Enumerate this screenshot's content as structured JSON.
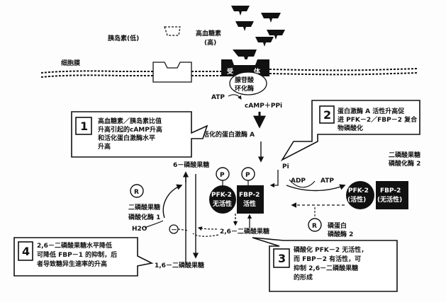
{
  "labels": {
    "insulin_low": "胰岛素(低)",
    "glucagon_high_1": "高血糖素",
    "glucagon_high_2": "(高)",
    "cell_membrane": "细胞膜",
    "receptor_left": "受",
    "receptor_right": "体",
    "adenylate_cyclase_1": "腺苷酸",
    "adenylate_cyclase_2": "环化酶",
    "atp_left": "ATP",
    "camp_ppi": "cAMP＋PPi",
    "pka_active": "活化的蛋白激酶 A",
    "f6p_top": "6－磷酸果糖",
    "pi_label": "Pi",
    "p_symbol": "P",
    "adp": "ADP",
    "atp_right": "ATP",
    "phosphatase_r": "R",
    "phosphatase_1": "磷蛋白",
    "phosphatase_2": "磷酸酶 2",
    "fbp2_kinase_1": "二磷酸果糖",
    "fbp2_kinase_2": "磷酸化酶 2",
    "pfk2_inactive_1": "PFK-2",
    "pfk2_inactive_2": "无活性",
    "fbp2_active_1": "FBP-2",
    "fbp2_active_2": "活性",
    "pfk2_active_1": "PFK-2",
    "pfk2_active_2": "(活性)",
    "fbp2_inactive_1": "FBP-2",
    "fbp2_inactive_2": "(无活性)",
    "f26bp_mid": "2,6－二磷酸果糖",
    "fbpase_r": "R",
    "fbpase_1": "二磷酸果糖",
    "fbpase_2": "磷酸化酶 1",
    "h2o": "H2O",
    "inhibit": "－",
    "f16bp": "1,6－二磷酸果糖"
  },
  "callouts": {
    "c1": {
      "num": "1",
      "lines": [
        "高血糖素／胰岛素比值",
        "升高引起的cAMP升高",
        "和活化蛋白激酶水平",
        "升高"
      ]
    },
    "c2": {
      "num": "2",
      "lines": [
        "蛋白激酶 A 活性升高促",
        "进 PFK－2／FBP－2 复合",
        "物磷酸化"
      ]
    },
    "c3": {
      "num": "3",
      "lines": [
        "磷酸化 PFK－2 无活性，",
        "而 FBP－2 有活性，可",
        "抑制 2,6－二磷酸果糖",
        "的形成"
      ]
    },
    "c4": {
      "num": "4",
      "lines": [
        "2,6－二磷酸果糖水平降低",
        "可降低 FBP－1 的抑制，后",
        "者导致糖异生速率的升高"
      ]
    }
  }
}
